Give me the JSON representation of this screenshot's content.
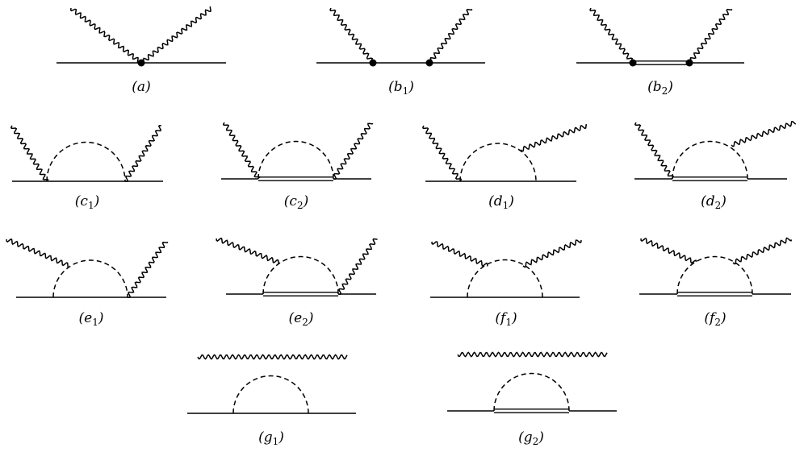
{
  "diagrams": [
    {
      "id": "a",
      "label": "a",
      "sub": ""
    },
    {
      "id": "b1",
      "label": "b",
      "sub": "1"
    },
    {
      "id": "b2",
      "label": "b",
      "sub": "2"
    },
    {
      "id": "c1",
      "label": "c",
      "sub": "1"
    },
    {
      "id": "c2",
      "label": "c",
      "sub": "2"
    },
    {
      "id": "d1",
      "label": "d",
      "sub": "1"
    },
    {
      "id": "d2",
      "label": "d",
      "sub": "2"
    },
    {
      "id": "e1",
      "label": "e",
      "sub": "1"
    },
    {
      "id": "e2",
      "label": "e",
      "sub": "2"
    },
    {
      "id": "f1",
      "label": "f",
      "sub": "1"
    },
    {
      "id": "f2",
      "label": "f",
      "sub": "2"
    },
    {
      "id": "g1",
      "label": "g",
      "sub": "1"
    },
    {
      "id": "g2",
      "label": "g",
      "sub": "2"
    }
  ]
}
